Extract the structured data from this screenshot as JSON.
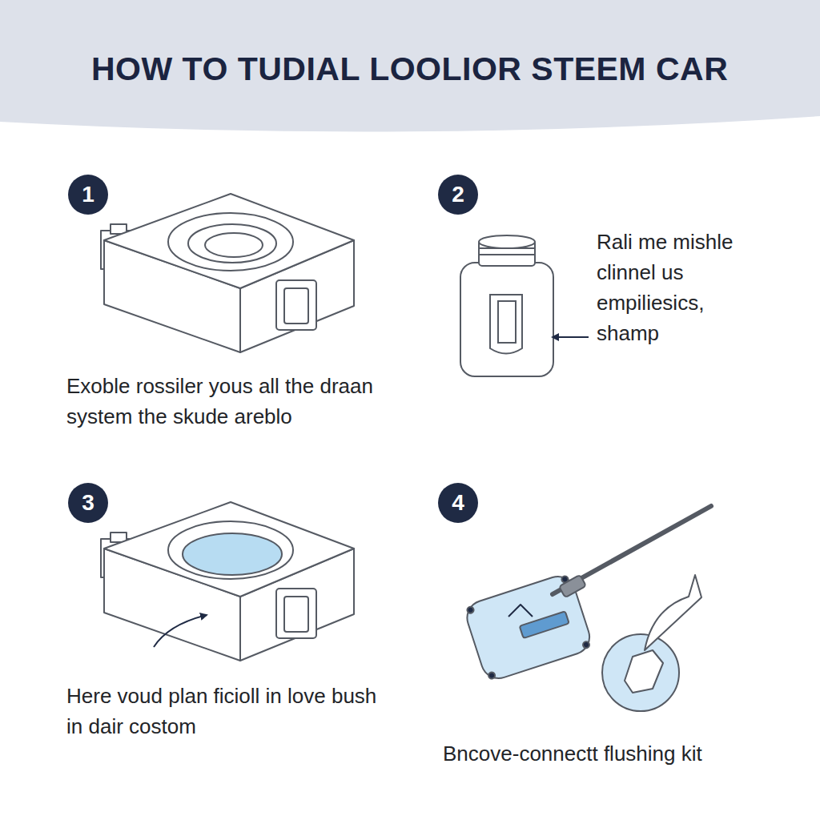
{
  "diagram": {
    "title": "HOW TO TUDIAL LOOLIOR STEEM CAR",
    "labels": [
      "1",
      "Exoble rossiler yous all the draan system the skude areblo",
      "2",
      "Rali me mishle clinnel us empiliesics, shamp",
      "3",
      "Here voud plan ficioll in love bush in dair costom",
      "4",
      "Bncove-connectt flushing kit"
    ]
  }
}
